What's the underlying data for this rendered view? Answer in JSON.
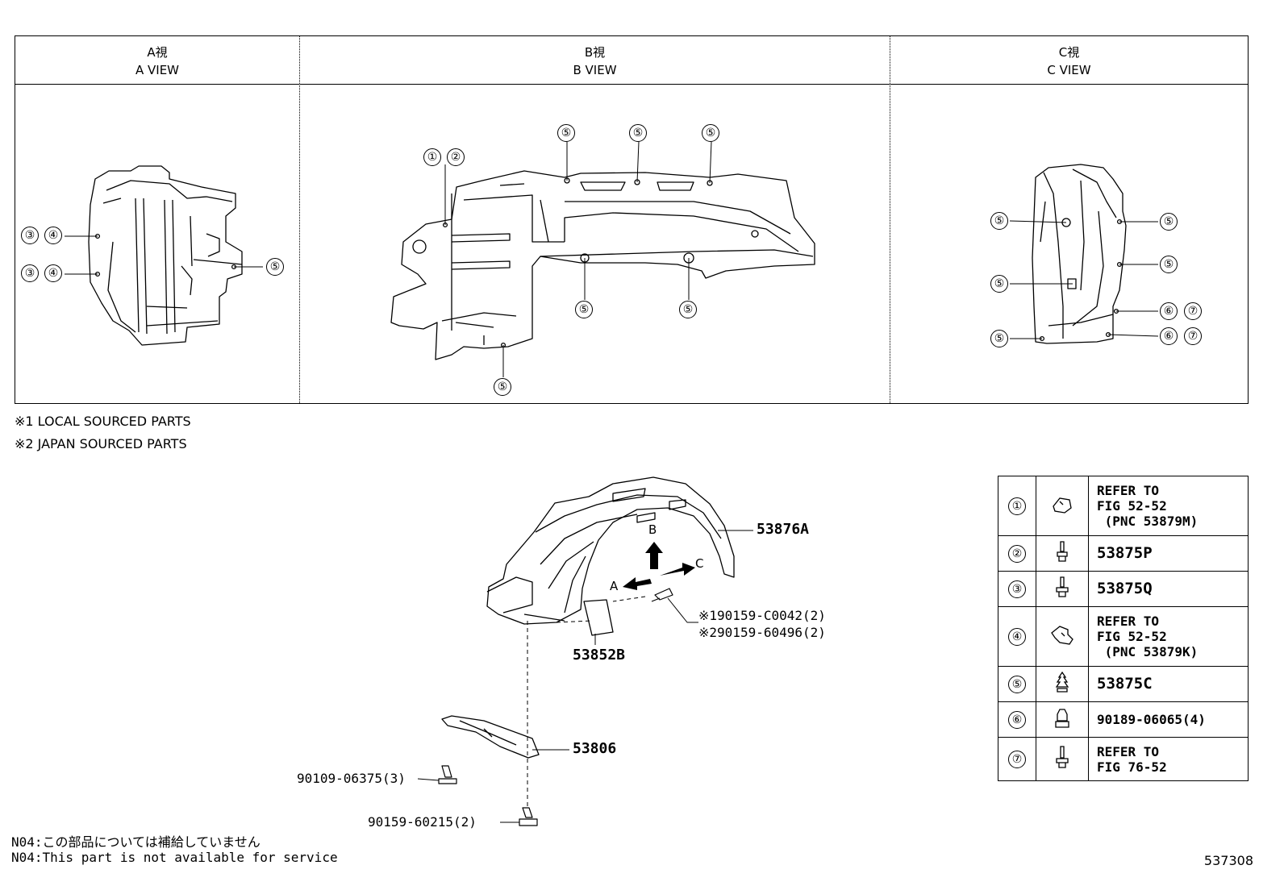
{
  "views": [
    {
      "jp": "A視",
      "en": "A VIEW"
    },
    {
      "jp": "B視",
      "en": "B VIEW"
    },
    {
      "jp": "C視",
      "en": "C VIEW"
    }
  ],
  "callouts": {
    "c1": "①",
    "c2": "②",
    "c3": "③",
    "c4": "④",
    "c5": "⑤",
    "c6": "⑥",
    "c7": "⑦"
  },
  "notes": {
    "local": "※1 LOCAL SOURCED PARTS",
    "japan": "※2 JAPAN SOURCED PARTS"
  },
  "parts": {
    "p53876A": "53876A",
    "p53852B": "53852B",
    "p53806": "53806",
    "bolt_c0042": "※190159-C0042(2)",
    "bolt_60496": "※290159-60496(2)",
    "bolt_06375": "90109-06375(3)",
    "bolt_60215": "90159-60215(2)",
    "arrow_a": "A",
    "arrow_b": "B",
    "arrow_c": "C"
  },
  "legend": [
    {
      "num": "①",
      "icon": "clip-icon",
      "text": "REFER TO\nFIG 52-52\n (PNC 53879M)"
    },
    {
      "num": "②",
      "icon": "screw-icon",
      "text": "53875P"
    },
    {
      "num": "③",
      "icon": "screw-icon",
      "text": "53875Q"
    },
    {
      "num": "④",
      "icon": "nut-clip-icon",
      "text": "REFER TO\nFIG 52-52\n (PNC 53879K)"
    },
    {
      "num": "⑤",
      "icon": "push-clip-icon",
      "text": "53875C"
    },
    {
      "num": "⑥",
      "icon": "nut-icon",
      "text": "90189-06065(4)"
    },
    {
      "num": "⑦",
      "icon": "screw-icon",
      "text": "REFER TO\nFIG 76-52"
    }
  ],
  "footer": {
    "jp": "N04:この部品については補給していません",
    "en": "N04:This part is not available for service",
    "code": "537308"
  }
}
